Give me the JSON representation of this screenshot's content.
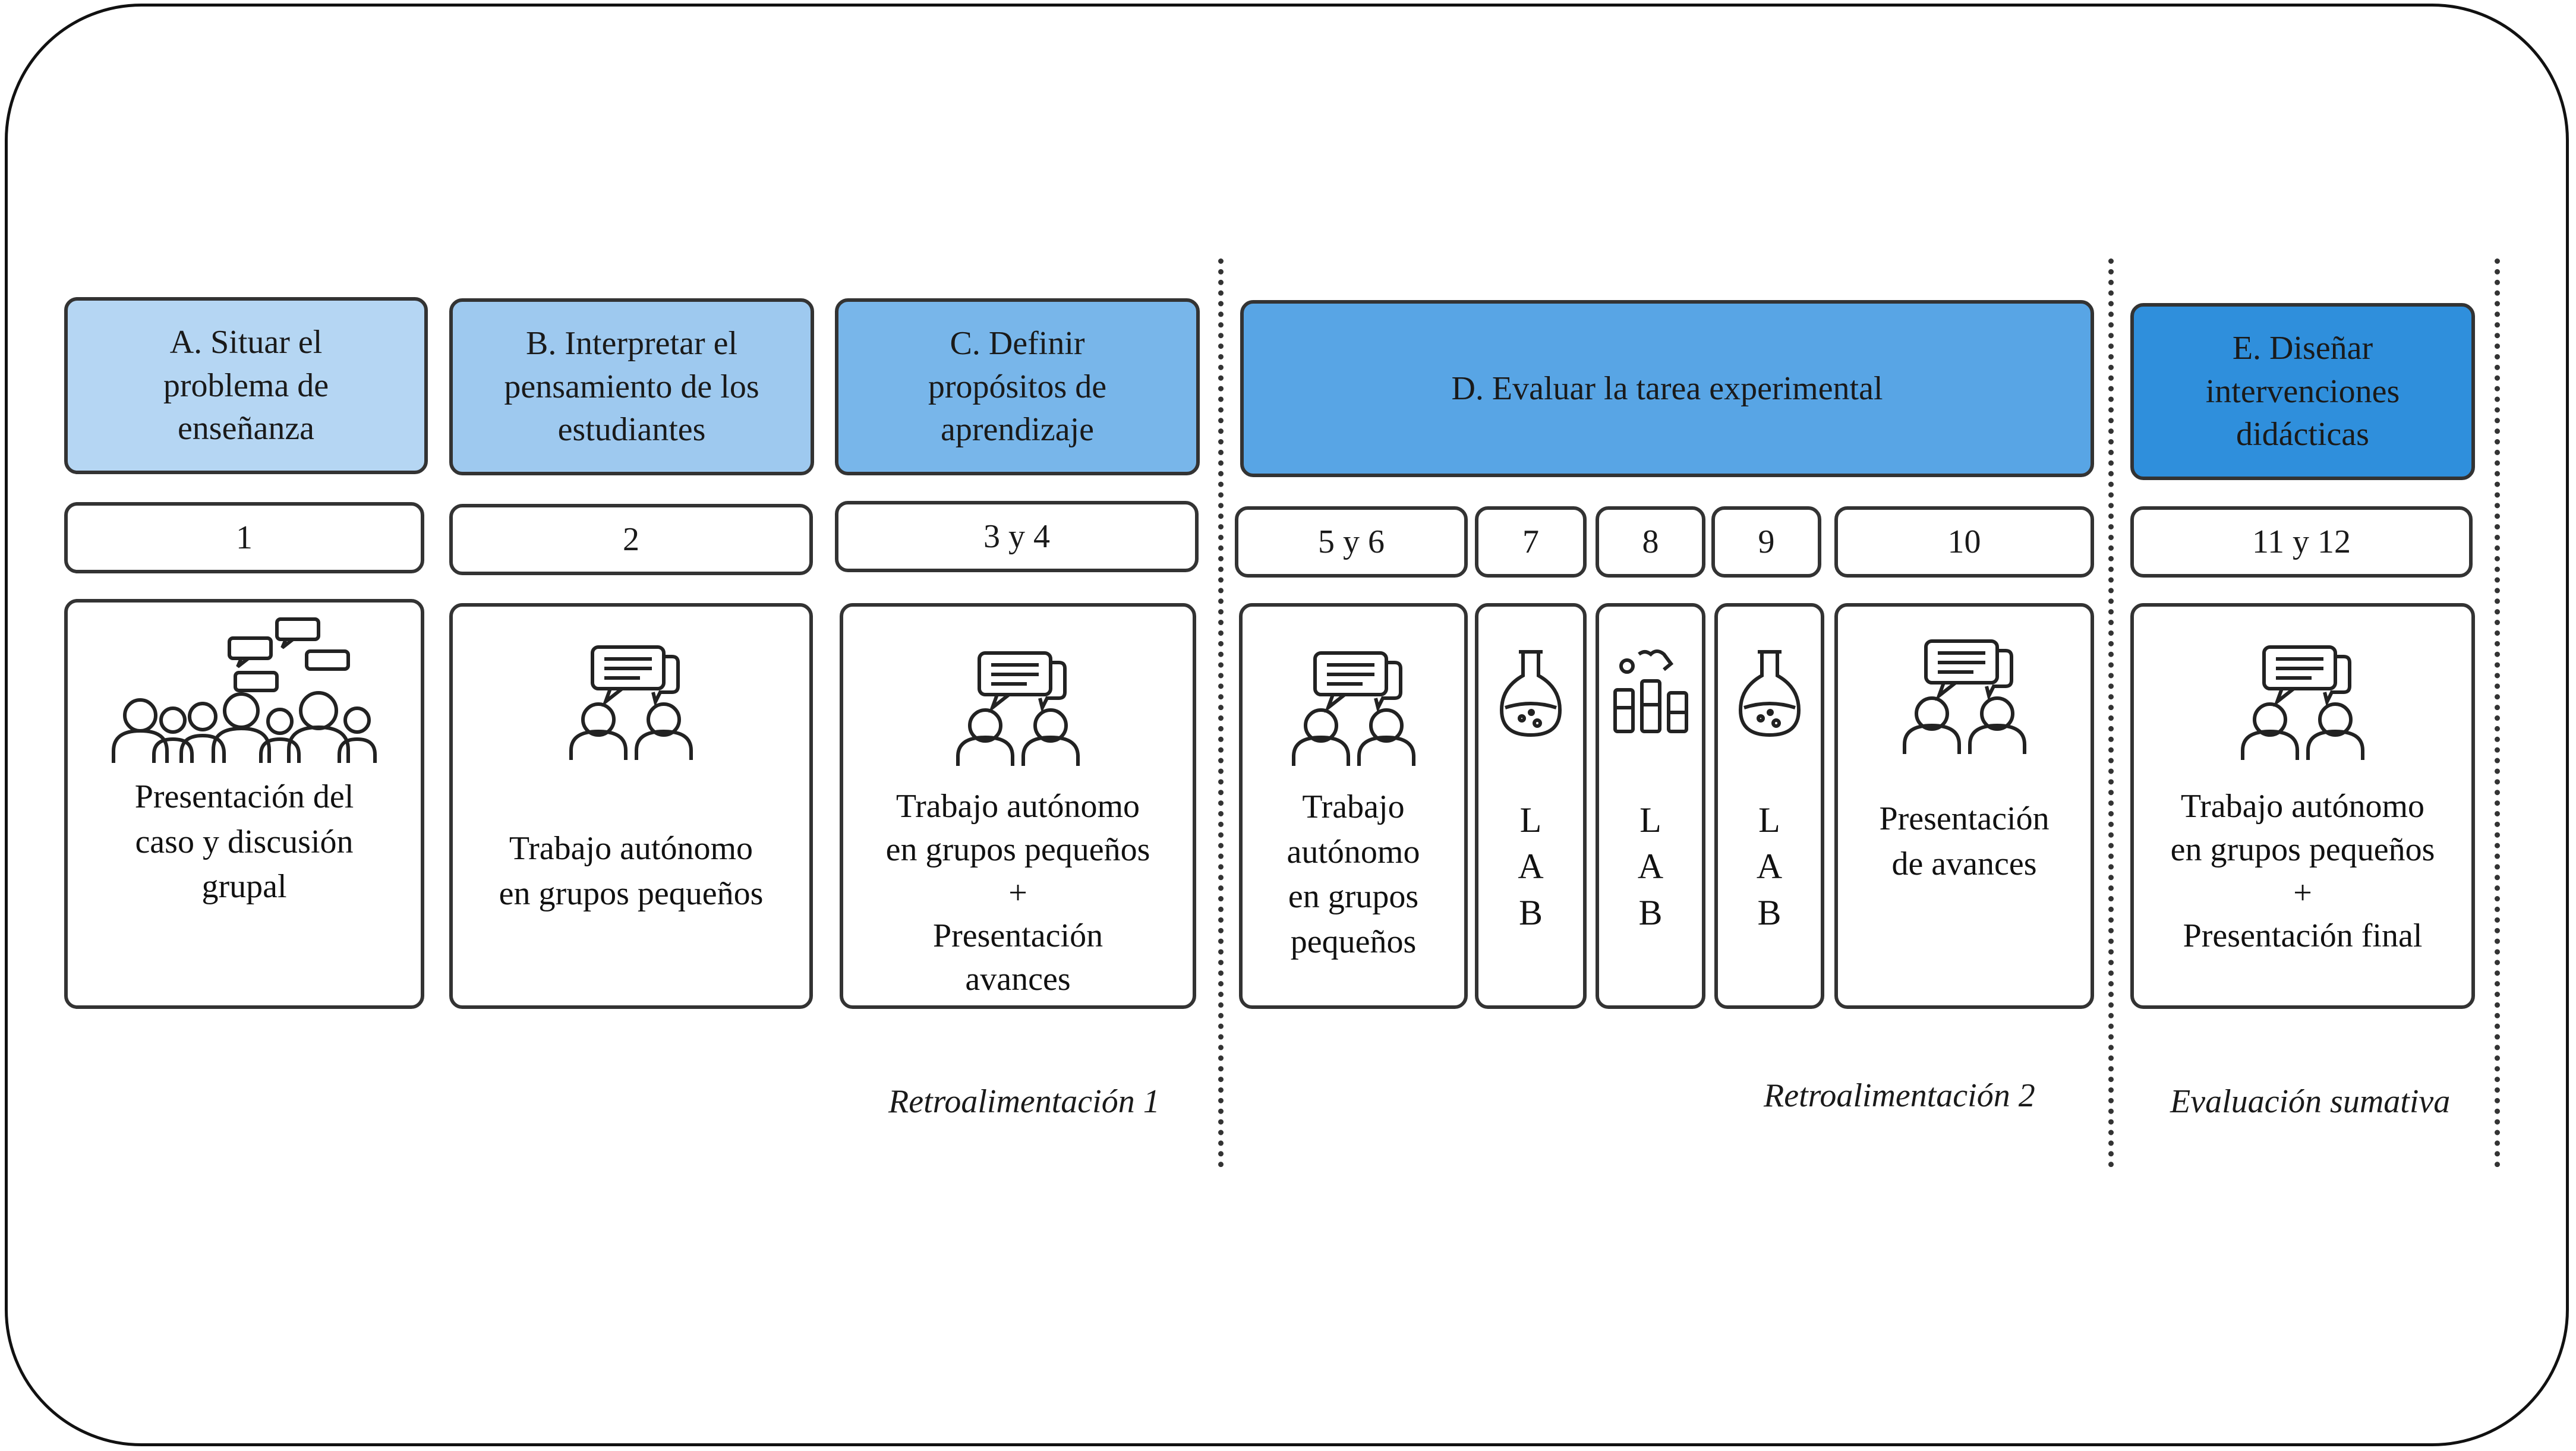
{
  "phases": [
    {
      "label": "A. Situar el\nproblema de\nenseñanza",
      "color": "#b5d6f3"
    },
    {
      "label": "B. Interpretar el\npensamiento de los\nestudiantes",
      "color": "#9ec9ef"
    },
    {
      "label": "C. Definir\npropósitos de\naprendizaje",
      "color": "#78b6ea"
    },
    {
      "label": "D. Evaluar la tarea experimental",
      "color": "#58a5e5"
    },
    {
      "label": "E. Diseñar\nintervenciones\ndidácticas",
      "color": "#2f8fdc"
    }
  ],
  "sessions": [
    "1",
    "2",
    "3 y 4",
    "5 y 6",
    "7",
    "8",
    "9",
    "10",
    "11 y 12"
  ],
  "activities": [
    {
      "icon": "crowd-discussion-icon",
      "text": "Presentación del\ncaso y discusión\ngrupal"
    },
    {
      "icon": "pair-discussion-icon",
      "text": "Trabajo autónomo\nen grupos pequeños"
    },
    {
      "icon": "pair-discussion-icon",
      "text": "Trabajo autónomo\nen grupos pequeños\n+\nPresentación\navances"
    },
    {
      "icon": "pair-discussion-icon",
      "text": "Trabajo\nautónomo\nen grupos\npequeños"
    },
    {
      "icon": "flask-icon",
      "text": "L\nA\nB"
    },
    {
      "icon": "lab-equipment-icon",
      "text": "L\nA\nB"
    },
    {
      "icon": "flask-icon",
      "text": "L\nA\nB"
    },
    {
      "icon": "pair-discussion-icon",
      "text": "Presentación\nde avances"
    },
    {
      "icon": "pair-discussion-icon",
      "text": "Trabajo autónomo\nen grupos pequeños\n+\nPresentación final"
    }
  ],
  "feedback": [
    "Retroalimentación 1",
    "Retroalimentación 2",
    "Evaluación sumativa"
  ]
}
